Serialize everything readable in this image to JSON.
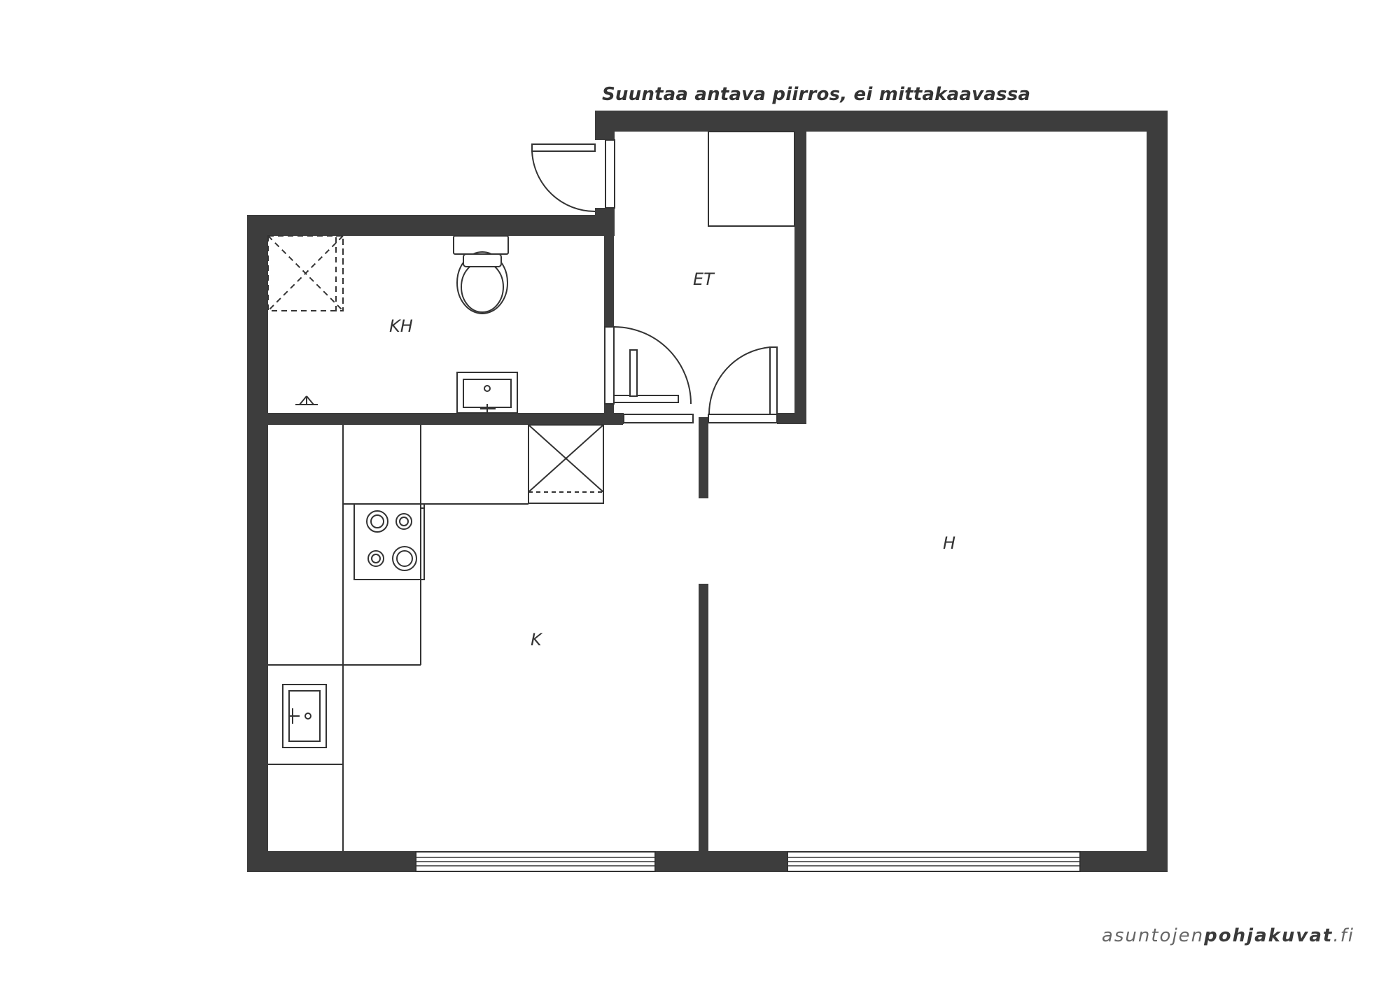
{
  "note": "Suuntaa antava piirros, ei mittakaavassa",
  "rooms": [
    {
      "key": "kh",
      "label": "KH"
    },
    {
      "key": "et",
      "label": "ET"
    },
    {
      "key": "k",
      "label": "K"
    },
    {
      "key": "h",
      "label": "H"
    }
  ],
  "brand": {
    "prefix": "asuntojen",
    "bold": "pohjakuvat",
    "suffix": ".fi"
  },
  "colors": {
    "wall": "#3d3d3d",
    "line": "#333333",
    "background": "#ffffff"
  }
}
